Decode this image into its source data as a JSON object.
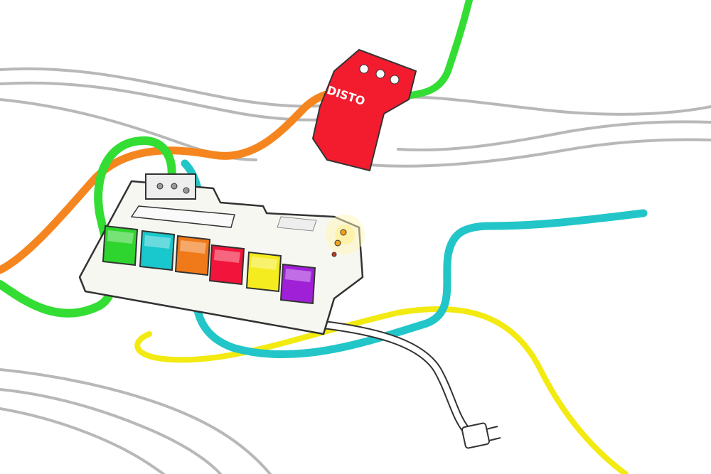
{
  "illustration": {
    "pedals": [
      {
        "name": "green-pedal",
        "label": "",
        "color": "#2fd52f"
      },
      {
        "name": "cyan-pedal",
        "label": "",
        "color": "#19c8cc"
      },
      {
        "name": "orange-pedal",
        "label": "",
        "color": "#f07a1a"
      },
      {
        "name": "red-pedal",
        "label": "",
        "color": "#f2143a"
      },
      {
        "name": "yellow-pedal",
        "label": "",
        "color": "#f4ec1e"
      },
      {
        "name": "purple-pedal",
        "label": "",
        "color": "#a020d8"
      }
    ],
    "distortion_pedal": {
      "label": "DISTO",
      "color": "#f21c2e"
    },
    "cables": {
      "orange": "#f5861f",
      "green": "#33dd33",
      "cyan": "#22c6c8",
      "yellow": "#f2ea10",
      "white": "#ffffff",
      "gray_road": "#b8b8b8"
    },
    "board_color": "#f7f7f2",
    "led_color": "#f2a21a"
  }
}
